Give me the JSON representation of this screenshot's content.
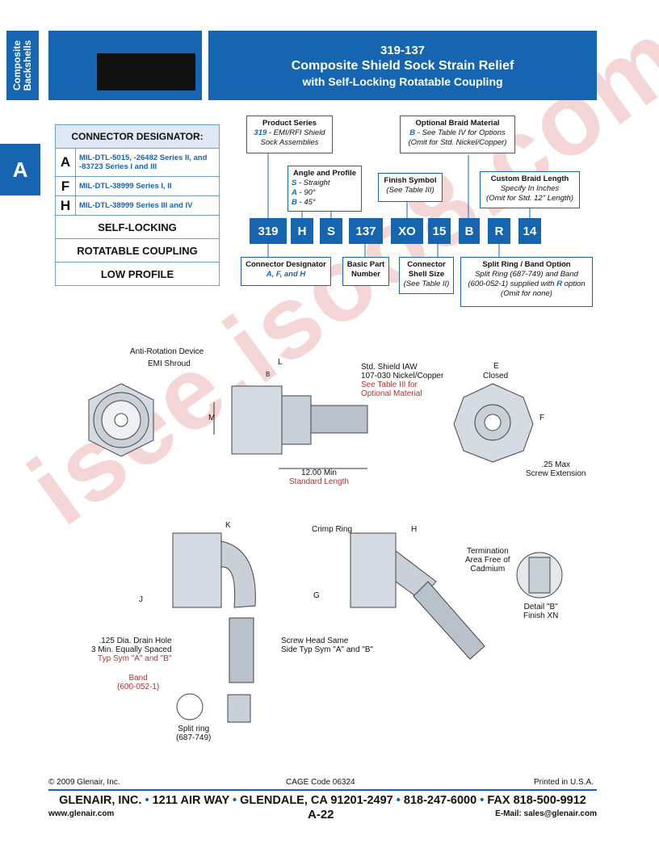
{
  "side_tab": {
    "label_line1": "Composite",
    "label_line2": "Backshells"
  },
  "section_tab": {
    "letter": "A"
  },
  "header": {
    "part_number": "319-137",
    "title": "Composite Shield Sock Strain Relief",
    "subtitle": "with Self-Locking Rotatable Coupling"
  },
  "designator_table": {
    "heading": "CONNECTOR DESIGNATOR:",
    "rows": [
      {
        "letter": "A",
        "desc": "MIL-DTL-5015, -26482 Series II, and -83723 Series I and III"
      },
      {
        "letter": "F",
        "desc": "MIL-DTL-38999 Series I, II"
      },
      {
        "letter": "H",
        "desc": "MIL-DTL-38999 Series III and IV"
      }
    ],
    "features": [
      "SELF-LOCKING",
      "ROTATABLE COUPLING",
      "LOW PROFILE"
    ]
  },
  "part_number_boxes": [
    "319",
    "H",
    "S",
    "137",
    "XO",
    "15",
    "B",
    "R",
    "14"
  ],
  "callouts": {
    "product_series": {
      "title": "Product Series",
      "code": "319",
      "text1": " - EMI/RFI Shield",
      "text2": "Sock Assemblies"
    },
    "angle_profile": {
      "title": "Angle and Profile",
      "s_code": "S",
      "s_text": "-  Straight",
      "a_code": "A",
      "a_text": "-  90°",
      "b_code": "B",
      "b_text": "-  45°"
    },
    "finish_symbol": {
      "title": "Finish Symbol",
      "text": "(See Table III)"
    },
    "optional_braid": {
      "title": "Optional Braid Material",
      "code": "B",
      "text1": " - See Table IV for Options",
      "text2": "(Omit for Std. Nickel/Copper)"
    },
    "custom_braid": {
      "title": "Custom Braid Length",
      "text1": "Specify In Inches",
      "text2": "(Omit for Std. 12\" Length)"
    },
    "connector_designator": {
      "title": "Connector Designator",
      "text": "A, F, and H"
    },
    "basic_part": {
      "title1": "Basic Part",
      "title2": "Number"
    },
    "shell_size": {
      "title1": "Connector",
      "title2": "Shell Size",
      "text": "(See Table II)"
    },
    "split_ring": {
      "title": "Split Ring / Band Option",
      "text1": "Split Ring (687-749) and Band",
      "text2a": "(600-052-1) supplied with ",
      "code": "R",
      "text2b": " option",
      "text3": "(Omit for none)"
    }
  },
  "drawing_labels": {
    "anti_rotation": "Anti-Rotation Device",
    "emi_shroud": "EMI Shroud",
    "dim_l": "L",
    "dim_b": "B",
    "dim_m": "M",
    "std_shield_1": "Std. Shield IAW",
    "std_shield_2": "107-030 Nickel/Copper",
    "std_shield_3": "See Table III for",
    "std_shield_4": "Optional Material",
    "min_length_1": "12.00 Min",
    "min_length_2": "Standard Length",
    "dim_e": "E",
    "closed": "Closed",
    "dim_f": "F",
    "screw_ext_1": ".25 Max",
    "screw_ext_2": "Screw Extension",
    "dim_k": "K",
    "dim_j": "J",
    "crimp_ring": "Crimp Ring",
    "dim_h": "H",
    "dim_g": "G",
    "termination_1": "Termination",
    "termination_2": "Area Free of",
    "termination_3": "Cadmium",
    "detail_b_1": "Detail \"B\"",
    "detail_b_2": "Finish XN",
    "drain_1": ".125 Dia. Drain Hole",
    "drain_2": "3 Min. Equally Spaced",
    "drain_3": "Typ Sym \"A\" and \"B\"",
    "screw_head_1": "Screw Head Same",
    "screw_head_2": "Side Typ Sym \"A\" and \"B\"",
    "band_1": "Band",
    "band_2": "(600-052-1)",
    "split_ring_1": "Split ring",
    "split_ring_2": "(687-749)"
  },
  "footer": {
    "copyright": "© 2009 Glenair, Inc.",
    "cage": "CAGE Code 06324",
    "printed": "Printed in U.S.A.",
    "company": "GLENAIR, INC.",
    "address": "1211 AIR WAY",
    "city": "GLENDALE, CA 91201-2497",
    "phone": "818-247-6000",
    "fax": "FAX 818-500-9912",
    "sep": "•",
    "web": "www.glenair.com",
    "page": "A-22",
    "email": "E-Mail: sales@glenair.com"
  },
  "watermark": "isee.isoo8.com",
  "colors": {
    "brand_blue": "#1565b0",
    "callout_border": "#1565b0",
    "table_fill": "#dfe9f5",
    "watermark": "#d24646"
  }
}
